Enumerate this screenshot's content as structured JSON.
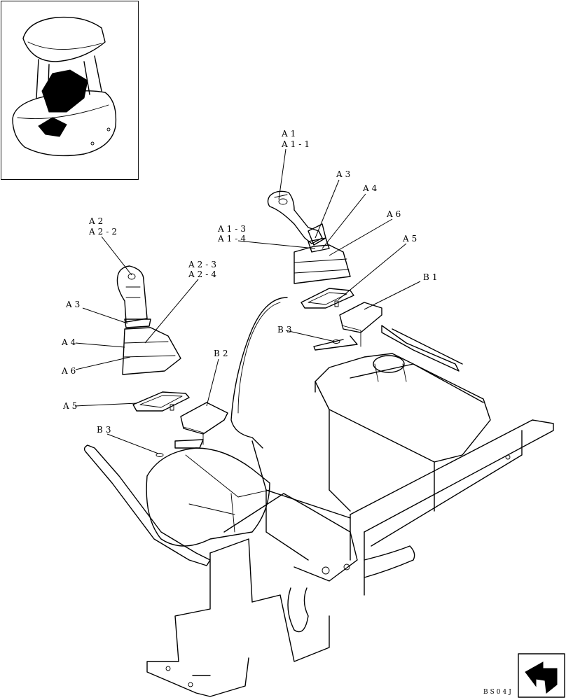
{
  "callouts": {
    "a1": "A1",
    "a1_1": "A1-1",
    "a3_right": "A3",
    "a4_right": "A4",
    "a6_right": "A6",
    "a5_right": "A5",
    "a1_3": "A1-3",
    "a1_4": "A1-4",
    "b1": "B1",
    "b3_right": "B3",
    "a2": "A2",
    "a2_2": "A2-2",
    "a2_3": "A2-3",
    "a2_4": "A2-4",
    "a3_left": "A3",
    "a4_left": "A4",
    "a6_left": "A6",
    "a5_left": "A5",
    "b2": "B2",
    "b3_left": "B3"
  },
  "doc_code": "BS04J",
  "icons": {
    "inset": "excavator-cab-locator-icon",
    "navigation": "return-arrow-icon"
  }
}
